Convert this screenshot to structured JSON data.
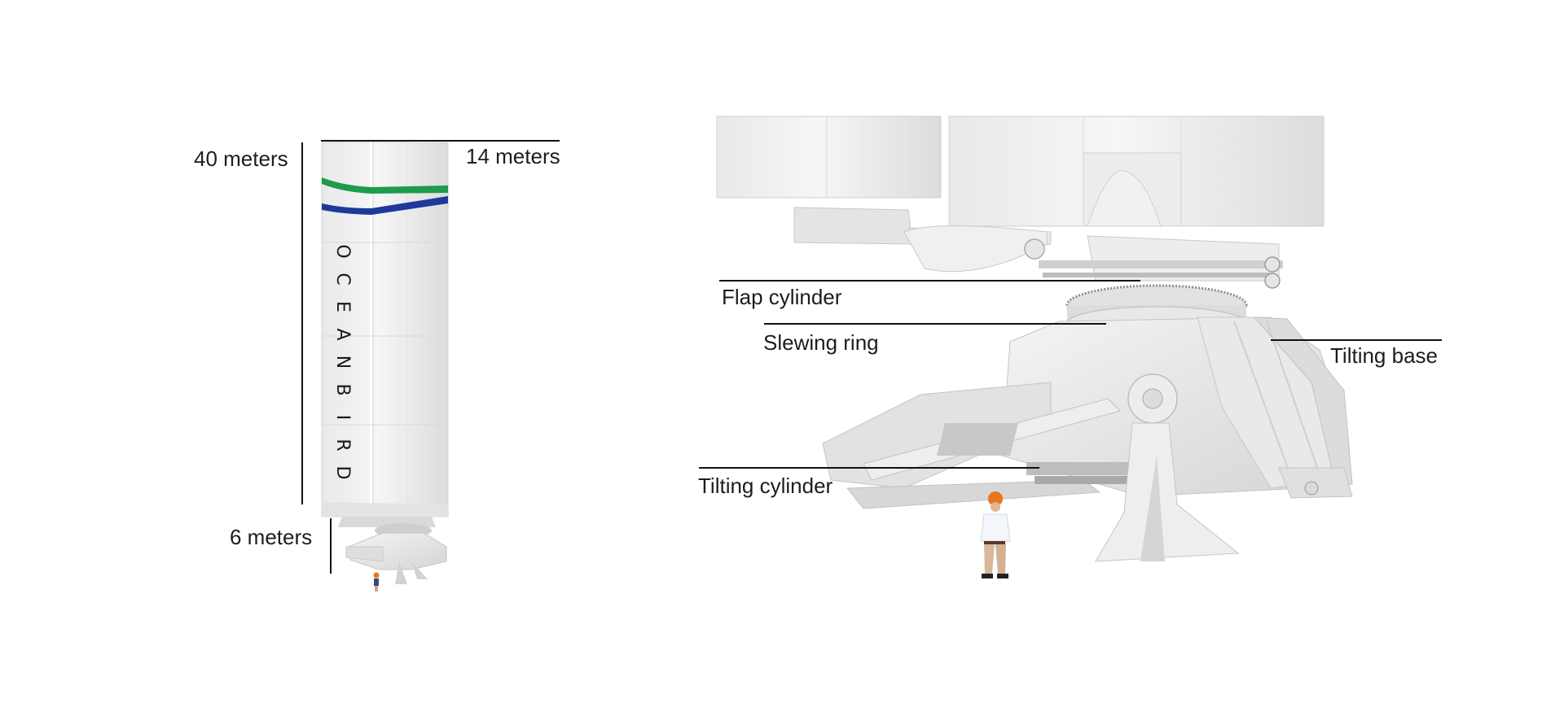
{
  "overview": {
    "height_label": "40 meters",
    "width_label": "14 meters",
    "base_label": "6 meters",
    "brand_text": "OCEANBIRD",
    "stripe_colors": {
      "green": "#1e9b4c",
      "blue": "#1d3a9a"
    }
  },
  "detail": {
    "callouts": [
      {
        "label": "Flap cylinder"
      },
      {
        "label": "Slewing ring"
      },
      {
        "label": "Tilting base"
      },
      {
        "label": "Tilting cylinder"
      }
    ]
  },
  "colors": {
    "structure": "#ececec",
    "structure_shade": "#d7d7d7",
    "line": "#111111",
    "hard_hat": "#e8741e"
  }
}
